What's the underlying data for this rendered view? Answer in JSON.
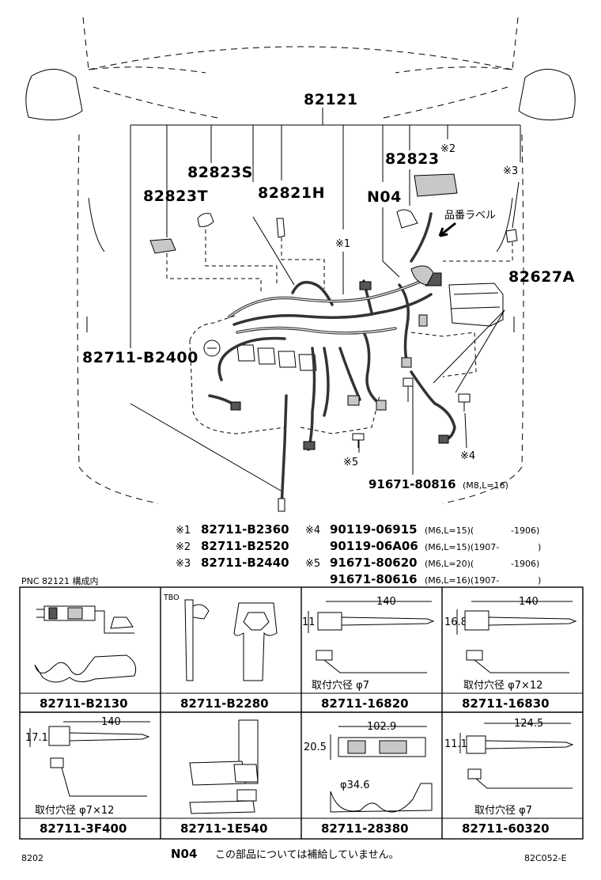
{
  "main": {
    "assembly_number": "82121",
    "callouts": {
      "p82823S": "82823S",
      "p82823T": "82823T",
      "p82821H": "82821H",
      "p82823": "82823",
      "n04": "N04",
      "mark2": "※2",
      "mark3": "※3",
      "mark1": "※1",
      "label_text": "品番ラベル",
      "p82627A": "82627A",
      "p82711B2400": "82711-B2400",
      "mark5": "※5",
      "mark4": "※4",
      "bolt_number": "91671-80816",
      "bolt_spec": "(M8,L=16)"
    },
    "notes_left": [
      {
        "mark": "※1",
        "part": "82711-B2360"
      },
      {
        "mark": "※2",
        "part": "82711-B2520"
      },
      {
        "mark": "※3",
        "part": "82711-B2440"
      }
    ],
    "notes_right": [
      {
        "mark": "※4",
        "part": "90119-06915",
        "spec": "(M6,L=15)(",
        "date": "-1906)"
      },
      {
        "mark": "",
        "part": "90119-06A06",
        "spec": "(M6,L=15)(1907-",
        "date": ")"
      },
      {
        "mark": "※5",
        "part": "91671-80620",
        "spec": "(M6,L=20)(",
        "date": "-1906)"
      },
      {
        "mark": "",
        "part": "91671-80616",
        "spec": "(M6,L=16)(1907-",
        "date": ")"
      }
    ]
  },
  "table": {
    "caption": "PNC 82121 構成内",
    "cells": [
      {
        "part": "82711-B2130"
      },
      {
        "part": "82711-B2280",
        "tag": "TBO"
      },
      {
        "part": "82711-16820",
        "dim_length": "140",
        "dim_height": "11",
        "hole": "取付穴径 φ7"
      },
      {
        "part": "82711-16830",
        "dim_length": "140",
        "dim_height": "16.8",
        "hole": "取付穴径 φ7×12"
      },
      {
        "part": "82711-3F400",
        "dim_length": "140",
        "dim_height": "17.1",
        "hole": "取付穴径 φ7×12"
      },
      {
        "part": "82711-1E540"
      },
      {
        "part": "82711-28380",
        "dim_length": "102.9",
        "dim_height": "20.5",
        "dim_dia": "φ34.6"
      },
      {
        "part": "82711-60320",
        "dim_length": "124.5",
        "dim_height": "11.1",
        "hole": "取付穴径 φ7"
      }
    ]
  },
  "footer": {
    "left": "8202",
    "n04": "N04",
    "note": "この部品については補給していません。",
    "right": "82C052-E"
  }
}
